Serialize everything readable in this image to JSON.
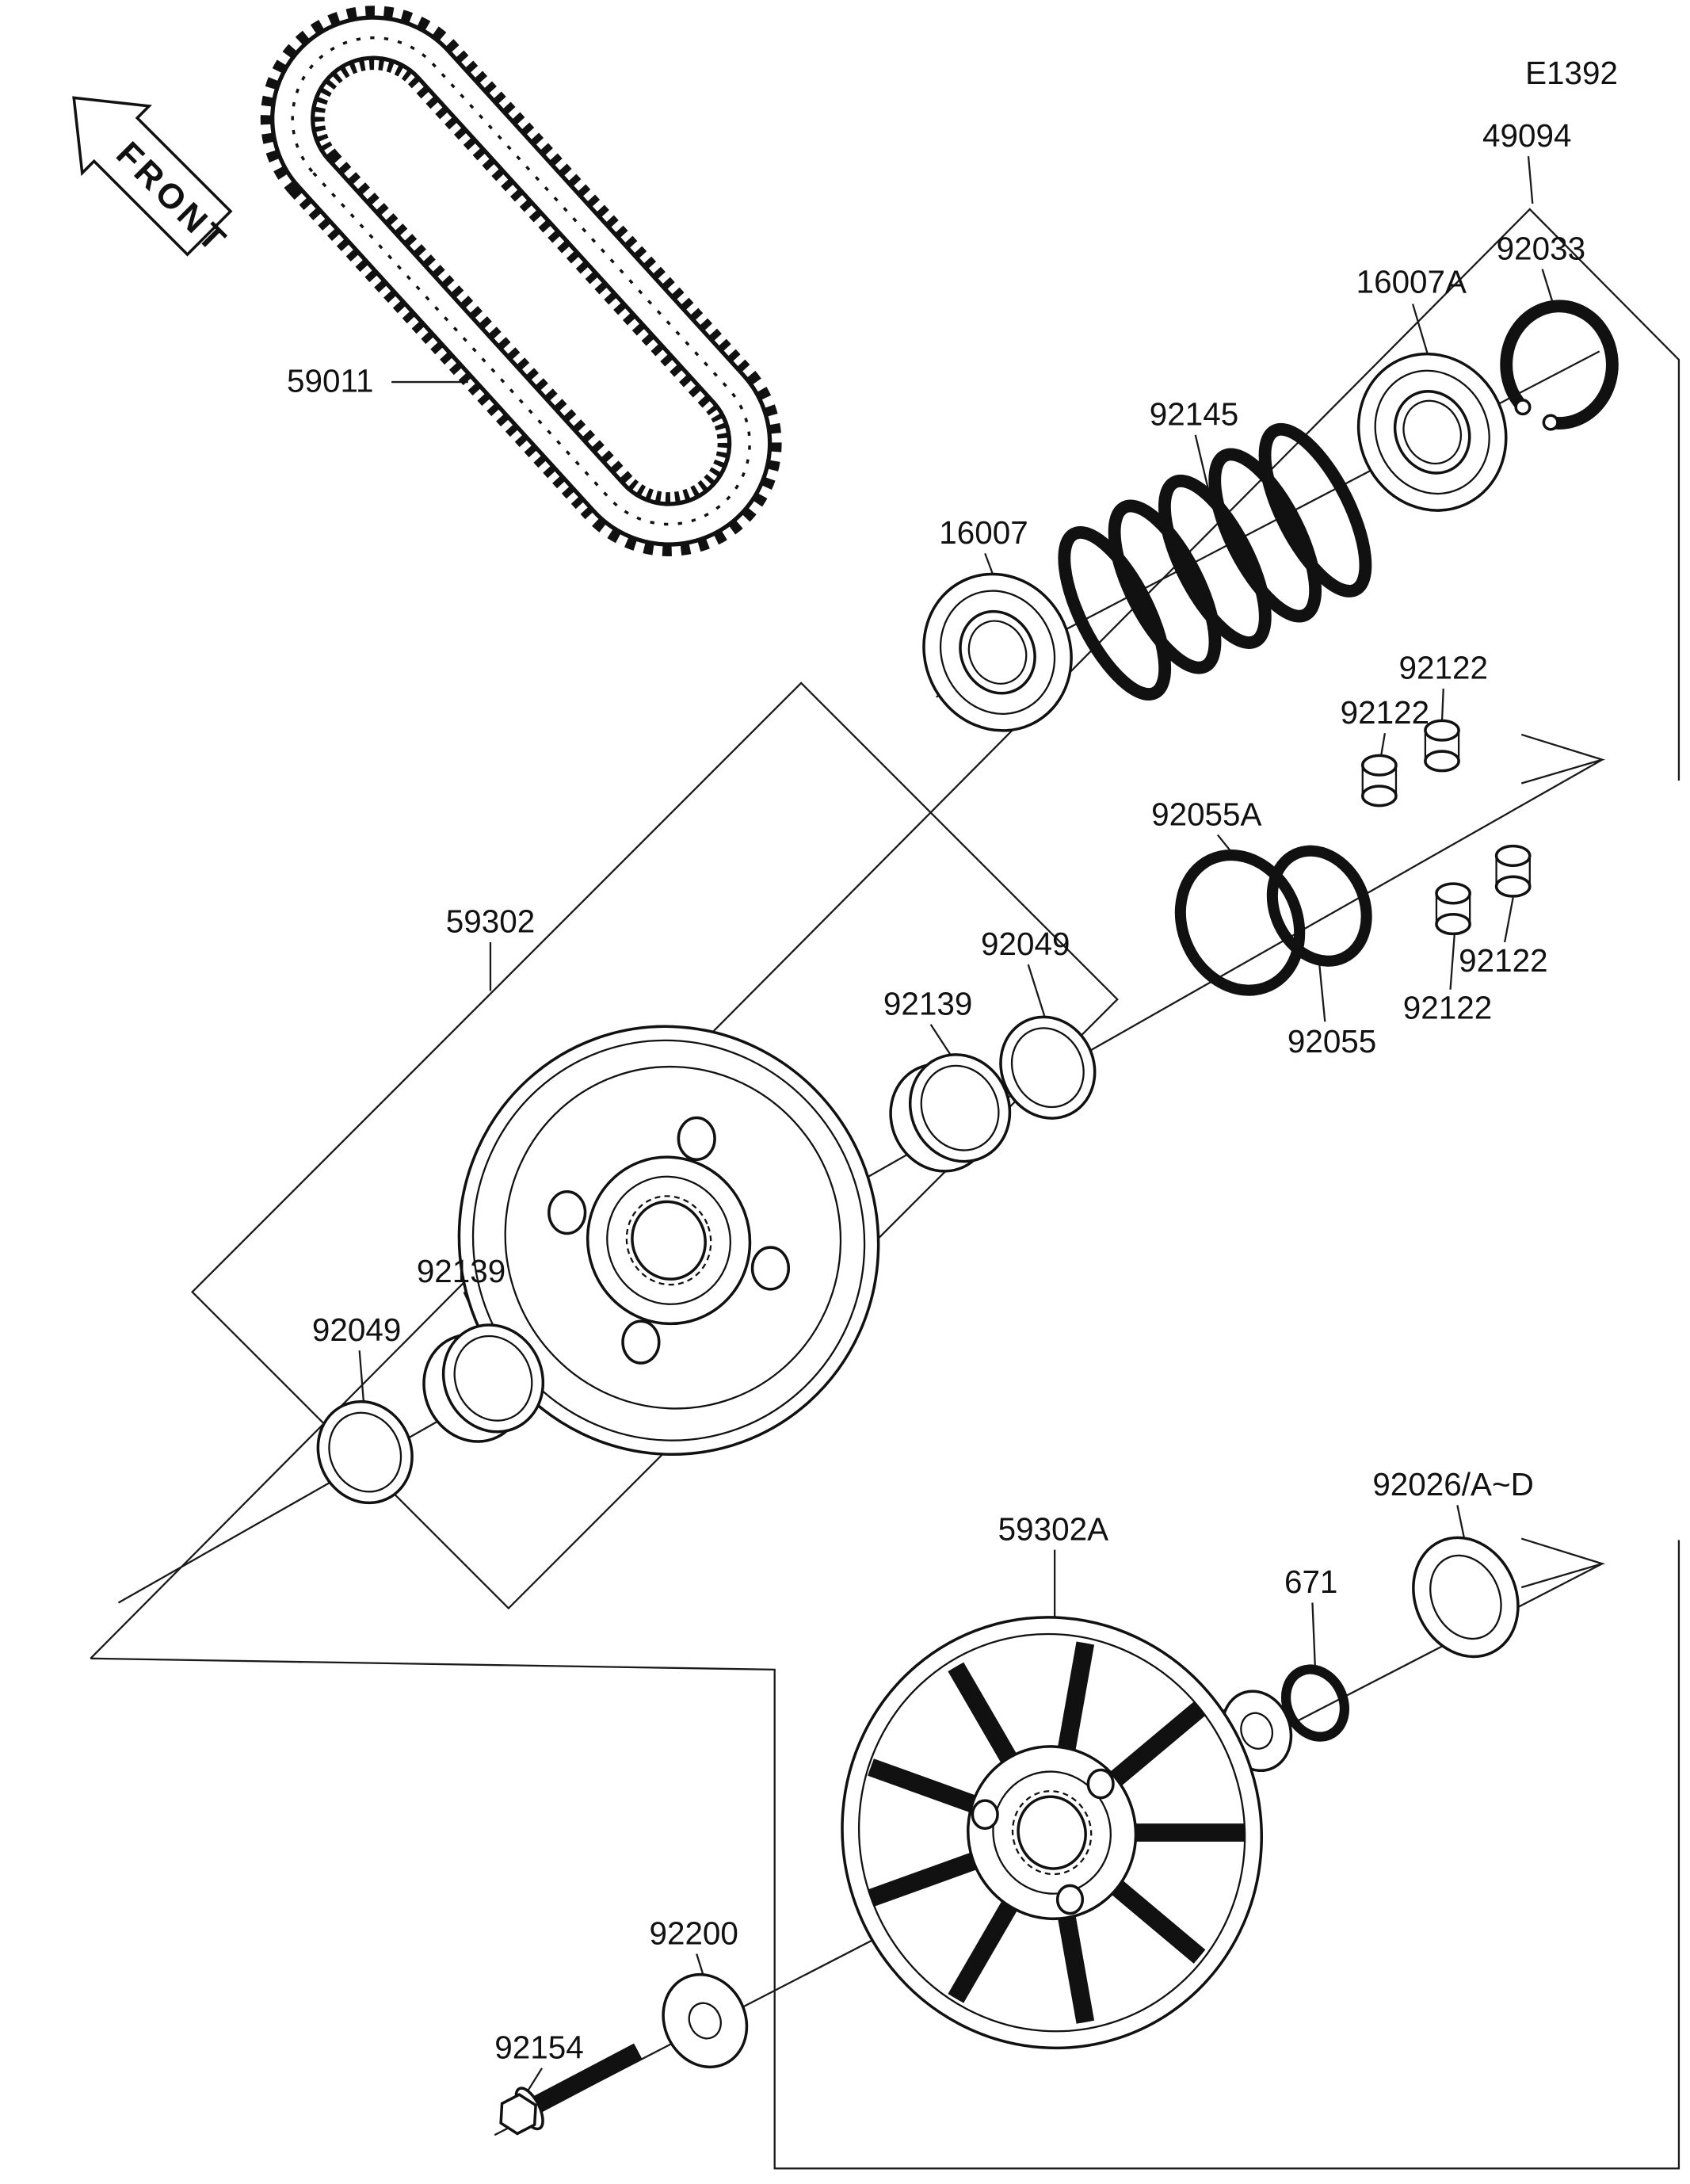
{
  "page": {
    "background": "#ffffff",
    "line_color": "#1a1a1a",
    "text_color": "#111111"
  },
  "diagram": {
    "sheet_code": "E1392",
    "front_marker": "FRONT",
    "part_labels": [
      {
        "id": "59011",
        "text": "59011"
      },
      {
        "id": "49094",
        "text": "49094"
      },
      {
        "id": "92033",
        "text": "92033"
      },
      {
        "id": "16007A",
        "text": "16007A"
      },
      {
        "id": "92145",
        "text": "92145"
      },
      {
        "id": "16007",
        "text": "16007"
      },
      {
        "id": "92122-1",
        "text": "92122"
      },
      {
        "id": "92122-2",
        "text": "92122"
      },
      {
        "id": "92055A",
        "text": "92055A"
      },
      {
        "id": "59302",
        "text": "59302"
      },
      {
        "id": "92049-upper",
        "text": "92049"
      },
      {
        "id": "92139-upper",
        "text": "92139"
      },
      {
        "id": "92122-3",
        "text": "92122"
      },
      {
        "id": "92122-4",
        "text": "92122"
      },
      {
        "id": "92055",
        "text": "92055"
      },
      {
        "id": "92139-lower",
        "text": "92139"
      },
      {
        "id": "92049-lower",
        "text": "92049"
      },
      {
        "id": "92026",
        "text": "92026/A~D"
      },
      {
        "id": "671",
        "text": "671"
      },
      {
        "id": "59302A",
        "text": "59302A"
      },
      {
        "id": "92200",
        "text": "92200"
      },
      {
        "id": "92154",
        "text": "92154"
      }
    ]
  }
}
